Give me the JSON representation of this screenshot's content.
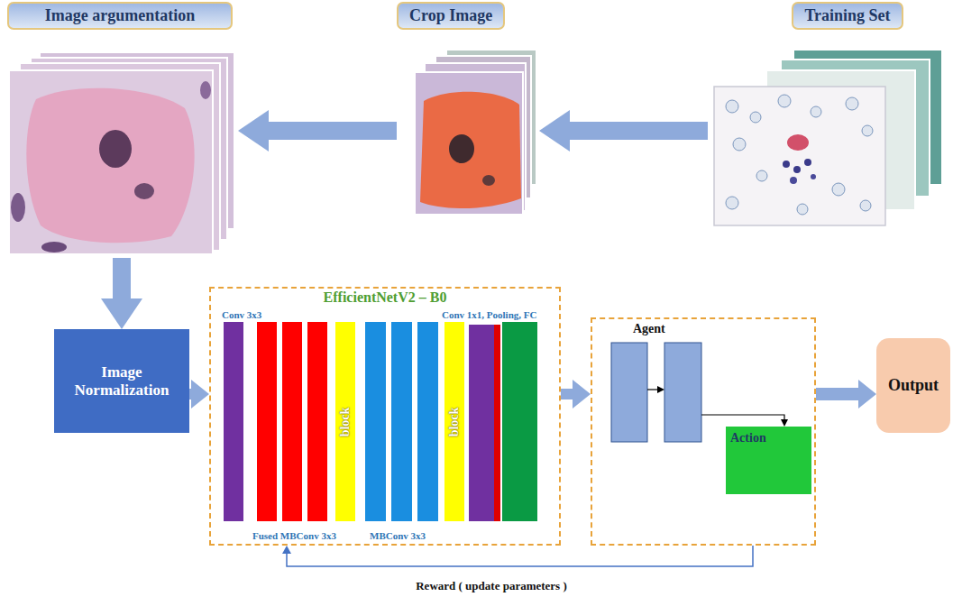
{
  "diagram": {
    "nodes": [
      {
        "text": [
          "Image argumentation"
        ]
      },
      {
        "text": [
          "Crop Image"
        ]
      },
      {
        "text": [
          "Training Set"
        ]
      },
      {
        "text": [
          "Image Normalization"
        ]
      },
      {
        "text": [
          "EfficientNetV2 – B0"
        ]
      },
      {
        "text": [
          "block"
        ],
        "in": 4
      },
      {
        "text": [
          "block"
        ],
        "in": 4
      },
      {
        "text": [
          "Agent"
        ]
      },
      {
        "text": [
          "Action"
        ],
        "in": 7
      },
      {
        "text": [
          "Output"
        ]
      }
    ],
    "edges": [
      {
        "from": 2,
        "to": 1,
        "arrow": "to"
      },
      {
        "from": 1,
        "to": 0,
        "arrow": "to"
      },
      {
        "from": 0,
        "to": 3,
        "arrow": "to"
      },
      {
        "from": 3,
        "to": 4,
        "arrow": "to"
      },
      {
        "from": 4,
        "to": 7,
        "arrow": "to"
      },
      {
        "from": 7,
        "to": 9,
        "arrow": "to"
      },
      {
        "from": 7,
        "to": 4,
        "arrow": "to",
        "label": "Reward ( update parameters )"
      }
    ],
    "labels": [
      "Conv 3x3",
      "Conv 1x1, Pooling, FC",
      "Fused MBConv 3x3",
      "MBConv 3x3"
    ]
  }
}
